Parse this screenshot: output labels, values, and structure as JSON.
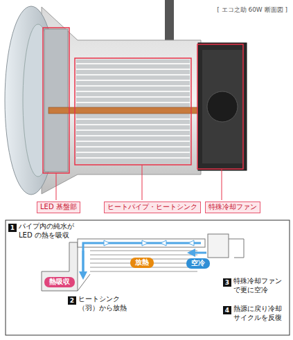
{
  "diagram": {
    "title": "[ エコ之助 60W 断面図 ]",
    "nodes": [
      {
        "text": [
          "LED 基盤部"
        ]
      },
      {
        "text": [
          "ヒートパイプ・ヒートシンク"
        ]
      },
      {
        "text": [
          "特殊冷却ファン"
        ]
      },
      {
        "text": [
          "放熱"
        ]
      },
      {
        "text": [
          "空冷"
        ]
      },
      {
        "text": [
          "熱吸収"
        ]
      }
    ],
    "labels": [
      "1",
      "パイプ内の純水が LED の熱を吸収",
      "2",
      "ヒートシンク （羽）から放熱",
      "3",
      "特殊冷却ファン で更に空冷",
      "4",
      "熱源に戻り冷却 サイクルを反復"
    ]
  }
}
